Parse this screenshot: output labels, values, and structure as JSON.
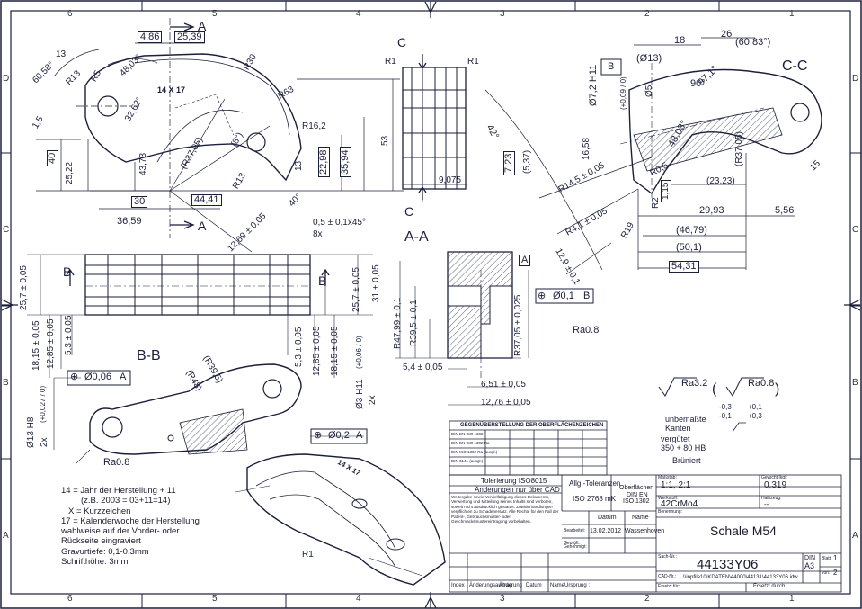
{
  "frame": {
    "top_numbers": [
      "6",
      "5",
      "4",
      "3",
      "2",
      "1"
    ],
    "bottom_numbers": [
      "6",
      "5",
      "4",
      "3",
      "2",
      "1"
    ],
    "left_letters": [
      "D",
      "C",
      "B",
      "A"
    ],
    "right_letters": [
      "D",
      "C",
      "B",
      "A"
    ]
  },
  "sections": {
    "a": "A",
    "c": "C",
    "b": "B",
    "aa": "A-A",
    "bb": "B-B",
    "cc": "C-C"
  },
  "dims_top_left": {
    "d486": "4,86",
    "d2539": "25,39",
    "d6058": "60,58°",
    "d13": "13",
    "d4803": "48,03°",
    "r13": "R13",
    "r5": "R5",
    "d3262": "32,62°",
    "r30": "R30",
    "mark": "14 X 17",
    "r63": "R63",
    "d15": "1,5",
    "d40": "40",
    "d2522": "25,22",
    "d4373": "43,73",
    "r3705": "(R37,05)",
    "d8": "(8°)",
    "r162": "R16,2",
    "d2298": "22,98",
    "d3594": "35,94",
    "d53": "53",
    "r13b": "R13",
    "d13b": "13",
    "d40b": "40°",
    "d30": "30",
    "d4441": "44,41",
    "d3659": "36,59",
    "d1269": "12,69 ± 0,05"
  },
  "dims_side": {
    "r1a": "R1",
    "r1b": "R1",
    "d9075": "9,075"
  },
  "dims_cc": {
    "d18": "18",
    "d26": "26",
    "d6083": "(60,83°)",
    "d72h11": "Ø7,2 H11",
    "tol72": "(+0,09 / 0)",
    "datum": "B",
    "d13": "(Ø13)",
    "d5": "Ø5",
    "d971": "97,1°",
    "d90": "90°",
    "d42": "42°",
    "d4803": "48,03°",
    "d1658": "16,58",
    "d723": "7,23",
    "d537": "(5,37)",
    "r3705": "(R37,05)",
    "d15": "15",
    "r145": "R14,5 ± 0,05",
    "r05": "R0,5",
    "d2323": "(23,23)",
    "r2": "R2",
    "d115": "1,15",
    "d2993": "29,93",
    "d556": "5,56",
    "r41": "R4,1 ± 0,05",
    "r19": "R19",
    "d4679": "(46,79)",
    "d501": "(50,1)",
    "d5431": "54,31",
    "d129": "12,9 ± 0,1"
  },
  "dims_middle": {
    "chamfer": "0,5 ± 0,1x45°",
    "qty": "8x",
    "d257a": "25,7 ± 0,05",
    "d257b": "25,7 ± 0,05",
    "d31": "31 ± 0,05",
    "d1815a": "18,15 ± 0,05",
    "d1285a": "12,85 ± 0,05",
    "d53a": "5,3 ± 0,05",
    "d53b": "5,3 ± 0,05",
    "d1285b": "12,85 ± 0,05",
    "d1815b": "18,15 ± 0,05"
  },
  "dims_aa": {
    "datum": "A",
    "pos": "Ø0,1",
    "posref": "B",
    "ra": "Ra0.8",
    "d4799": "R47,99 ± 0,1",
    "d3955": "R39,5 ± 0,1",
    "d3705": "R37,05 ± 0,025",
    "d54": "5,4 ± 0,05",
    "d651": "6,51 ± 0,05",
    "d1276": "12,76 ± 0,05"
  },
  "dims_bb": {
    "pos006": "Ø0,06",
    "posref": "A",
    "r3955": "(R39,5)",
    "r48": "(R48)",
    "d13h8": "Ø13 H8",
    "tol13": "(+0,027 / 0)",
    "x2a": "2x",
    "d3h11": "Ø3 H11",
    "tol3": "(+0,06 / 0)",
    "x2b": "2x",
    "pos02": "Ø0,2",
    "posref2": "A",
    "ra": "Ra0.8"
  },
  "surface": {
    "ra32": "Ra3.2",
    "ra08": "Ra0.8",
    "edges": "unbemaßte\nKanten",
    "tol_a": "-0,3",
    "tol_b": "-0,1",
    "tol_c": "+0,1",
    "tol_d": "+0,3",
    "heat": "vergütet\n350 + 80 HB",
    "finish": "Brüniert"
  },
  "notes": {
    "lines": [
      "14 = Jahr der Herstellung + 11",
      "(z.B. 2003 = 03+11=14)",
      "X =  Kurzzeichen",
      "17 = Kalenderwoche der Herstellung",
      "wahlweise auf der Vorder- oder",
      "Rückseite eingraviert",
      "Gravurtiefe: 0,1-0,3mm",
      "Schrifthöhe: 3mm"
    ],
    "iso_r1": "R1",
    "iso_mark": "14 X 17"
  },
  "titleblock": {
    "compare_title": "GEGENÜBERSTELLUNG DER OBERFLÄCHENZEICHEN",
    "compare_rows": [
      "DIN EN ISO 1302",
      "DIN EN ISO 1302 Ra",
      "DIN ISO 1302 Ra (ausgl.)",
      "DIN 3141 (ausgl.)"
    ],
    "toler": "Tolerierung ISO8015",
    "cad": "Änderungen nur über CAD",
    "legal": "Weitergabe sowie Vervielfältigung dieses Dokuments, Verwertung und Mitteilung seines Inhalts sind verboten, soweit nicht ausdrücklich gestattet. Zuwiderhandlungen verpflichten zu Schadenersatz. Alle Rechte für den Fall der Patent-, Gebrauchsmuster- oder Geschmacksmustereintragung vorbehalten.",
    "allg": "Allg.-Toleranzen",
    "iso2768": "ISO 2768 mK",
    "oberf": "Oberflächen",
    "dinen": "DIN EN",
    "iso1302": "ISO 1302",
    "massstab_l": "Maßstab:",
    "massstab": "1:1, 2:1",
    "gewicht_l": "Gewicht [kg]:",
    "gewicht": "0,319",
    "werkstoff_l": "Werkstoff:",
    "werkstoff": "42CrMo4",
    "halbzeug_l": "Halbzeug:",
    "halbzeug": "--",
    "benennung_l": "Benennung:",
    "benennung": "Schale M54",
    "datum_l": "Datum",
    "name_l": "Name",
    "bearb_l": "Bearbeitet:",
    "bearb_date": "13.02.2012",
    "bearb_name": "Wassenhoven",
    "gepr_l": "Geprüft:",
    "genehm_l": "Genehmigt:",
    "sachnr_l": "Sach-Nr.:",
    "sachnr": "44133Y06",
    "din_l": "DIN",
    "format": "A3",
    "blatt_l": "Blatt:",
    "blatt": "1",
    "von_l": "von:",
    "von": "2",
    "cad_l": "CAD-Nr.:",
    "cadnr": "\\\\inpfile10\\KDATEN\\44000\\44131\\44133Y06.idw",
    "ersetzt_fuer": "Ersetzt für:",
    "ersetzt_durch": "Ersetzt durch:",
    "index": "Index",
    "auftrag": "Änderungsauftrag",
    "aend": "Änderung",
    "datum2": "Datum",
    "name2": "Name",
    "ursprung": "Ursprung :"
  }
}
